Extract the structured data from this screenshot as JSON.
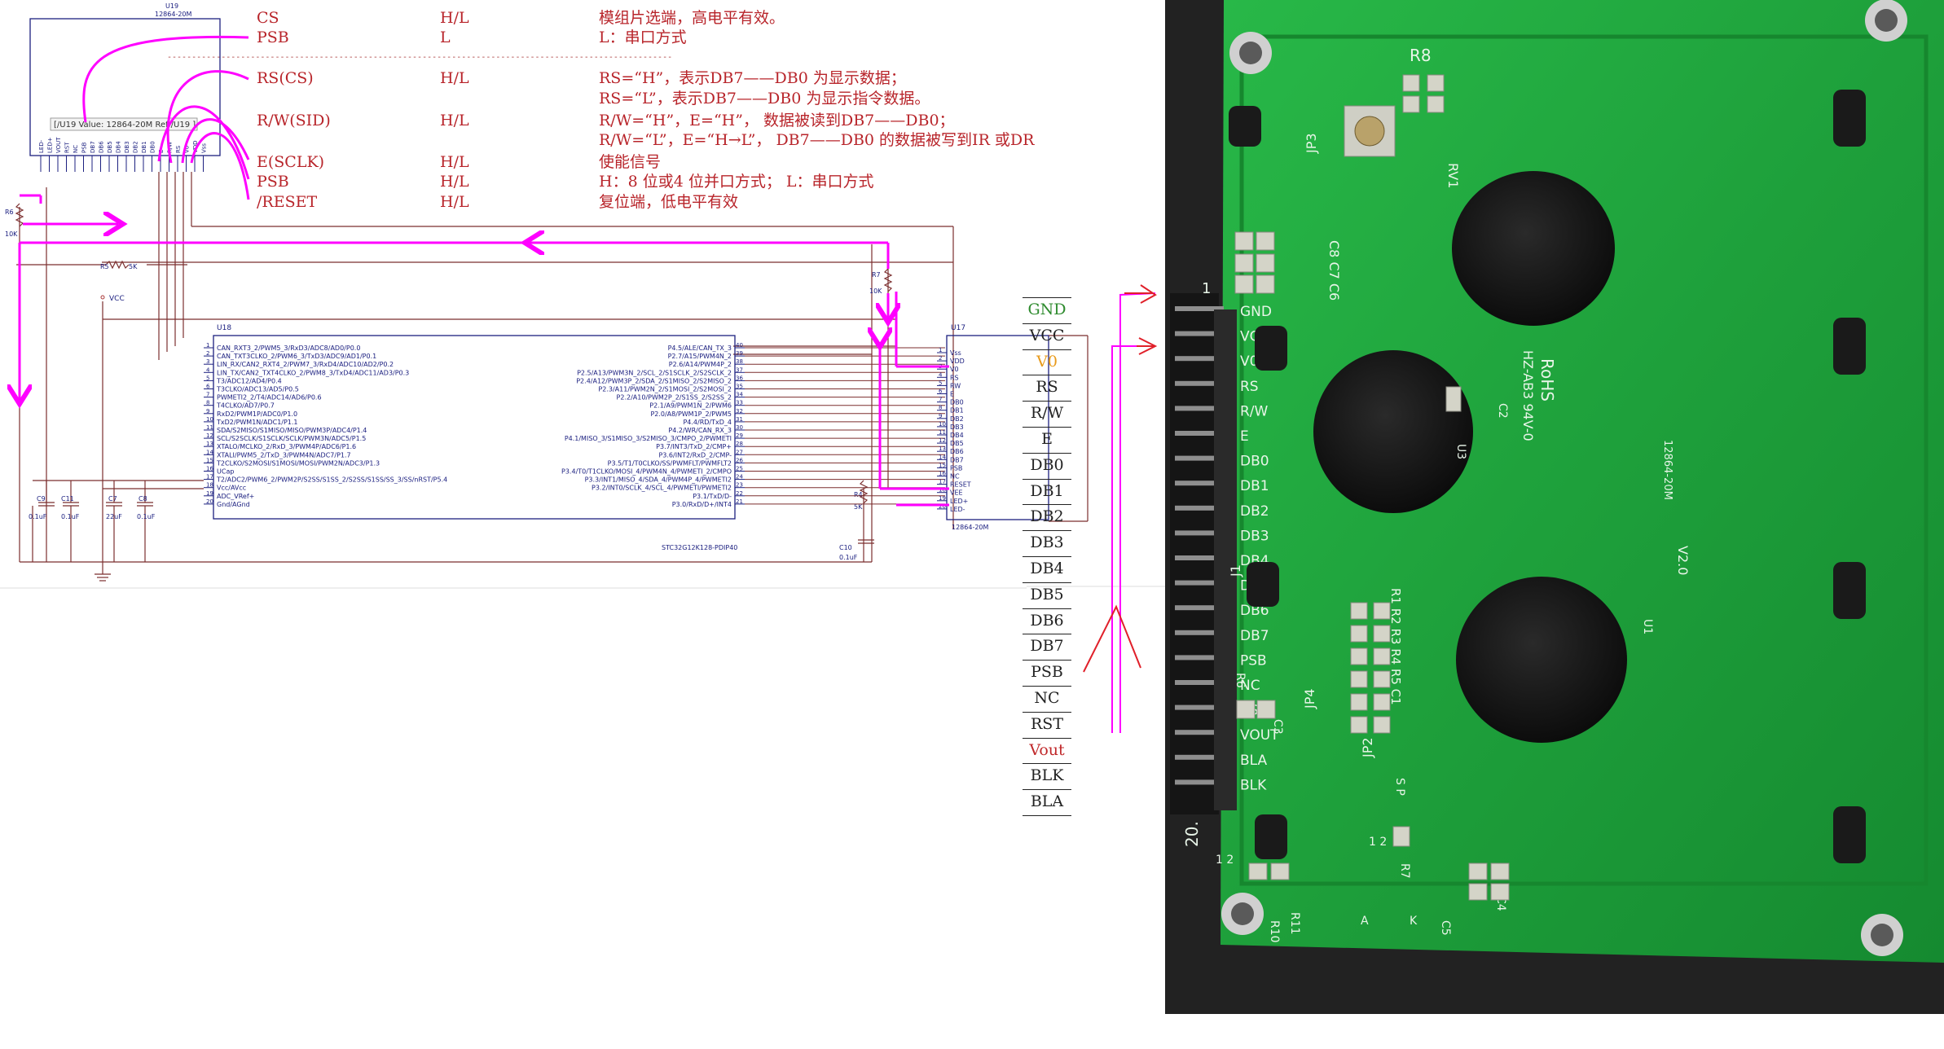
{
  "u19": {
    "ref": "U19",
    "model": "12864-20M",
    "tooltip": "[/U19 Value: 12864-20M Ref:/U19 ]",
    "pins": [
      "LED-",
      "LED+",
      "VOUT",
      "RST",
      "NC",
      "PSB",
      "DB7",
      "DB6",
      "DB5",
      "DB4",
      "DB3",
      "DB2",
      "DB1",
      "DB0",
      "E",
      "R/W",
      "RS",
      "V0",
      "VDD",
      "Vss"
    ]
  },
  "notes": {
    "rows": [
      {
        "name": "CS",
        "level": "H/L",
        "desc": "模组片选端，高电平有效。"
      },
      {
        "name": "PSB",
        "level": "L",
        "desc": "L：串口方式"
      },
      {
        "name": "RS(CS)",
        "level": "H/L",
        "desc": "RS=“H”，表示DB7——DB0 为显示数据；"
      },
      {
        "name": "",
        "level": "",
        "desc": "RS=“L”，表示DB7——DB0 为显示指令数据。"
      },
      {
        "name": "R/W(SID)",
        "level": "H/L",
        "desc": "R/W=“H”，E=“H”，   数据被读到DB7——DB0；"
      },
      {
        "name": "",
        "level": "",
        "desc": "R/W=“L”，E=“H→L”， DB7——DB0 的数据被写到IR 或DR"
      },
      {
        "name": "E(SCLK)",
        "level": "H/L",
        "desc": "使能信号"
      },
      {
        "name": "PSB",
        "level": "H/L",
        "desc": "H：8 位或4 位并口方式；    L：串口方式"
      },
      {
        "name": "/RESET",
        "level": "H/L",
        "desc": "复位端，低电平有效"
      }
    ],
    "divider": "-------------------------------------------------------------------------------------------------------"
  },
  "passives": {
    "r6": "R6",
    "r6v": "10K",
    "r5": "R5",
    "r5v": "5K",
    "r7": "R7",
    "r7v": "10K",
    "r4": "R4",
    "r4v": "5K",
    "vcc": "VCC",
    "c9": "C9",
    "c9v": "0.1uF",
    "c11": "C11",
    "c11v": "0.1uF",
    "c7": "C7",
    "c7v": "22uF",
    "c8": "C8",
    "c8v": "0.1uF",
    "c10": "C10",
    "c10v": "0.1uF"
  },
  "u18": {
    "ref": "U18",
    "part": "STC32G12K128-PDIP40",
    "left": [
      {
        "n": "1",
        "t": "CAN_RXT3_2/PWM5_3/RxD3/ADC8/AD0/P0.0"
      },
      {
        "n": "2",
        "t": "CAN_TXT3CLKO_2/PWM6_3/TxD3/ADC9/AD1/P0.1"
      },
      {
        "n": "3",
        "t": "LIN_RX/CAN2_RXT4_2/PWM7_3/RxD4/ADC10/AD2/P0.2"
      },
      {
        "n": "4",
        "t": "LIN_TX/CAN2_TXT4CLKO_2/PWM8_3/TxD4/ADC11/AD3/P0.3"
      },
      {
        "n": "5",
        "t": "T3/ADC12/AD4/P0.4"
      },
      {
        "n": "6",
        "t": "T3CLKO/ADC13/AD5/P0.5"
      },
      {
        "n": "7",
        "t": "PWMETI2_2/T4/ADC14/AD6/P0.6"
      },
      {
        "n": "8",
        "t": "T4CLKO/AD7/P0.7"
      },
      {
        "n": "9",
        "t": "RxD2/PWM1P/ADC0/P1.0"
      },
      {
        "n": "10",
        "t": "TxD2/PWM1N/ADC1/P1.1"
      },
      {
        "n": "11",
        "t": "SDA/S2MISO/S1MISO/MISO/PWM3P/ADC4/P1.4"
      },
      {
        "n": "12",
        "t": "SCL/S2SCLK/S1SCLK/SCLK/PWM3N/ADC5/P1.5"
      },
      {
        "n": "13",
        "t": "XTALO/MCLKO_2/RxD_3/PWM4P/ADC6/P1.6"
      },
      {
        "n": "14",
        "t": "XTALI/PWM5_2/TxD_3/PWM4N/ADC7/P1.7"
      },
      {
        "n": "15",
        "t": "T2CLKO/S2MOSI/S1MOSI/MOSI/PWM2N/ADC3/P1.3"
      },
      {
        "n": "16",
        "t": "UCap"
      },
      {
        "n": "17",
        "t": "T2/ADC2/PWM6_2/PWM2P/S2SS/S1SS_2/S2SS/S1SS/SS_3/SS/nRST/P5.4"
      },
      {
        "n": "18",
        "t": "Vcc/AVcc"
      },
      {
        "n": "19",
        "t": "ADC_VRef+"
      },
      {
        "n": "20",
        "t": "Gnd/AGnd"
      }
    ],
    "right": [
      {
        "n": "40",
        "t": "P4.5/ALE/CAN_TX_3"
      },
      {
        "n": "39",
        "t": "P2.7/A15/PWM4N_2"
      },
      {
        "n": "38",
        "t": "P2.6/A14/PWM4P_2"
      },
      {
        "n": "37",
        "t": "P2.5/A13/PWM3N_2/SCL_2/S1SCLK_2/S2SCLK_2"
      },
      {
        "n": "36",
        "t": "P2.4/A12/PWM3P_2/SDA_2/S1MISO_2/S2MISO_2"
      },
      {
        "n": "35",
        "t": "P2.3/A11/PWM2N_2/S1MOSI_2/S2MOSI_2"
      },
      {
        "n": "34",
        "t": "P2.2/A10/PWM2P_2/S1SS_2/S2SS_2"
      },
      {
        "n": "33",
        "t": "P2.1/A9/PWM1N_2/PWM6"
      },
      {
        "n": "32",
        "t": "P2.0/A8/PWM1P_2/PWM5"
      },
      {
        "n": "31",
        "t": "P4.4/RD/TxD_4"
      },
      {
        "n": "30",
        "t": "P4.2/WR/CAN_RX_3"
      },
      {
        "n": "29",
        "t": "P4.1/MISO_3/S1MISO_3/S2MISO_3/CMPO_2/PWMETI"
      },
      {
        "n": "28",
        "t": "P3.7/INT3/TxD_2/CMP+"
      },
      {
        "n": "27",
        "t": "P3.6/INT2/RxD_2/CMP-"
      },
      {
        "n": "26",
        "t": "P3.5/T1/T0CLKO/SS/PWMFLT/PWMFLT2"
      },
      {
        "n": "25",
        "t": "P3.4/T0/T1CLKO/MOSI_4/PWM4N_4/PWMETI_2/CMPO"
      },
      {
        "n": "24",
        "t": "P3.3/INT1/MISO_4/SDA_4/PWM4P_4/PWMETI2"
      },
      {
        "n": "23",
        "t": "P3.2/INT0/SCLK_4/SCL_4/PWMETI/PWMETI2"
      },
      {
        "n": "22",
        "t": "P3.1/TxD/D-"
      },
      {
        "n": "21",
        "t": "P3.0/RxD/D+/INT4"
      }
    ]
  },
  "u17": {
    "ref": "U17",
    "model": "12864-20M",
    "pins": [
      {
        "n": "1",
        "t": "Vss"
      },
      {
        "n": "2",
        "t": "VDD"
      },
      {
        "n": "3",
        "t": "V0"
      },
      {
        "n": "4",
        "t": "RS"
      },
      {
        "n": "5",
        "t": "RW"
      },
      {
        "n": "6",
        "t": "E"
      },
      {
        "n": "7",
        "t": "DB0"
      },
      {
        "n": "8",
        "t": "DB1"
      },
      {
        "n": "9",
        "t": "DB2"
      },
      {
        "n": "10",
        "t": "DB3"
      },
      {
        "n": "11",
        "t": "DB4"
      },
      {
        "n": "12",
        "t": "DB5"
      },
      {
        "n": "13",
        "t": "DB6"
      },
      {
        "n": "14",
        "t": "DB7"
      },
      {
        "n": "15",
        "t": "PSB"
      },
      {
        "n": "16",
        "t": "NC"
      },
      {
        "n": "17",
        "t": "RESET"
      },
      {
        "n": "18",
        "t": "VEE"
      },
      {
        "n": "19",
        "t": "LED+"
      },
      {
        "n": "20",
        "t": "LED-"
      }
    ]
  },
  "pin_labels": [
    {
      "t": "GND",
      "c": "#2e8b2e"
    },
    {
      "t": "VCC",
      "c": "#222222"
    },
    {
      "t": "V0",
      "c": "#e89a1a"
    },
    {
      "t": "RS",
      "c": "#222222"
    },
    {
      "t": "R/W",
      "c": "#222222"
    },
    {
      "t": "E",
      "c": "#222222"
    },
    {
      "t": "DB0",
      "c": "#222222"
    },
    {
      "t": "DB1",
      "c": "#222222"
    },
    {
      "t": "DB2",
      "c": "#222222"
    },
    {
      "t": "DB3",
      "c": "#222222"
    },
    {
      "t": "DB4",
      "c": "#222222"
    },
    {
      "t": "DB5",
      "c": "#222222"
    },
    {
      "t": "DB6",
      "c": "#222222"
    },
    {
      "t": "DB7",
      "c": "#222222"
    },
    {
      "t": "PSB",
      "c": "#222222"
    },
    {
      "t": "NC",
      "c": "#222222"
    },
    {
      "t": "RST",
      "c": "#222222"
    },
    {
      "t": "Vout",
      "c": "#c0282a"
    },
    {
      "t": "BLK",
      "c": "#222222"
    },
    {
      "t": "BLA",
      "c": "#222222"
    }
  ],
  "photo": {
    "silk_pins": [
      "GND",
      "VCC",
      "V0",
      "RS",
      "R/W",
      "E",
      "DB0",
      "DB1",
      "DB2",
      "DB3",
      "DB4",
      "DB5",
      "DB6",
      "DB7",
      "PSB",
      "NC",
      "RST",
      "VOUT",
      "BLA",
      "BLK"
    ],
    "pin1": "1",
    "pin20": "20.",
    "r8": "R8",
    "jp3": "JP3",
    "rv1": "RV1",
    "c8c7c6": "C8 C7 C6",
    "c2": "C2",
    "u3": "U3",
    "rohs": "RoHS",
    "hzab": "HZ-AB3 94V-0",
    "model_tag": "12864-20M",
    "ver": "V2.0",
    "u1": "U1",
    "j1": "J1",
    "rrow": "R1 R2 R3 R4 R5 C1",
    "r6": "R6",
    "c3": "C3",
    "jp4": "JP4",
    "jp2": "JP2",
    "sp": "S P",
    "r7": "R7",
    "r11": "R11",
    "r10": "R10",
    "c5": "C5",
    "c4": "C4",
    "ak_a": "A",
    "ak_k": "K",
    "n12": "1 2",
    "n12b": "1 2"
  },
  "colors": {
    "wire": "#7b2e2e",
    "comp": "#1c2080",
    "text": "#1c2080",
    "magenta": "#ff00ff",
    "pcb": "#1faa3a",
    "pcb_dark": "#127a28"
  }
}
